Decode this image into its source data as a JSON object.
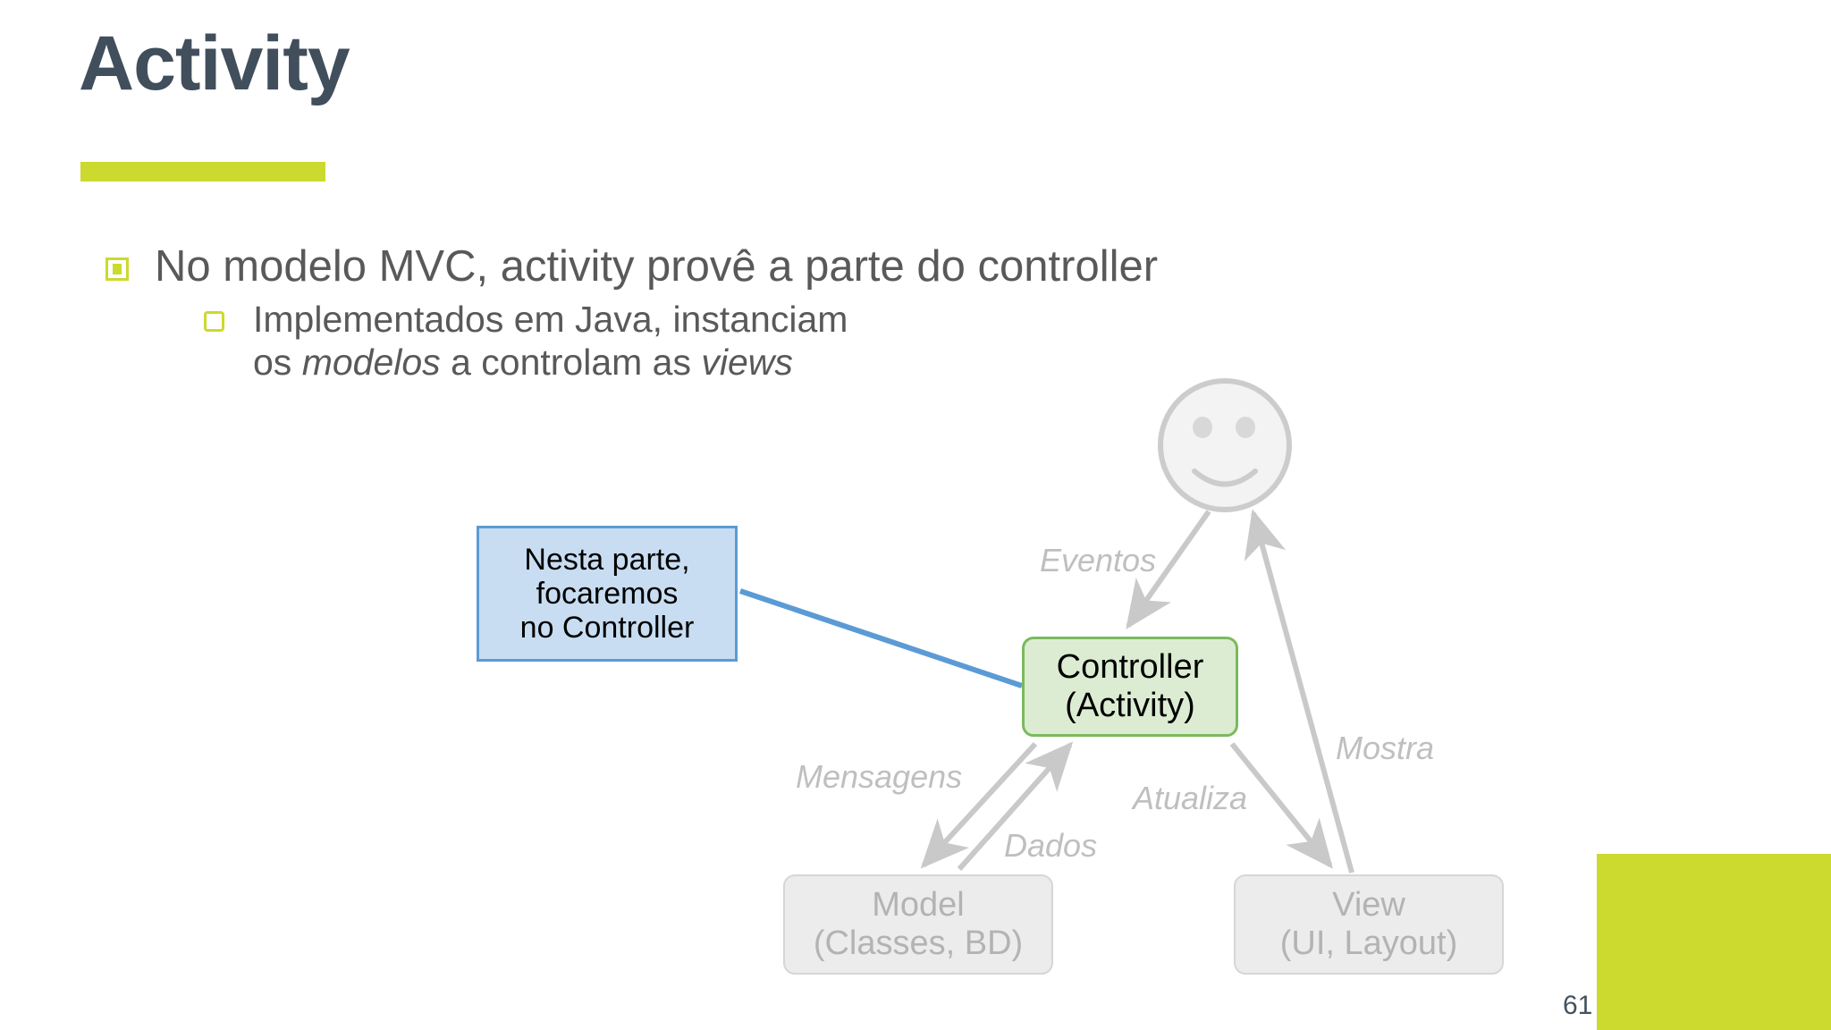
{
  "slide": {
    "title": "Activity",
    "page_number": "61",
    "accent_color": "#ccd92e",
    "title_color": "#414e5c",
    "body_text_color": "#595959"
  },
  "bullets": {
    "level1": [
      {
        "text": "No modelo MVC, activity provê a parte do controller",
        "marker": "filled-square-bullet"
      }
    ],
    "level2": [
      {
        "marker": "hollow-square-bullet",
        "line1_pre": "Implementados em Java, instanciam",
        "line2_pre": "os ",
        "line2_italic1": "modelos",
        "line2_mid": " a controlam as ",
        "line2_italic2": "views"
      }
    ]
  },
  "diagram": {
    "type": "mvc-flow",
    "nodes": [
      {
        "id": "callout",
        "line1": "Nesta parte,",
        "line2": "focaremos",
        "line3": "no Controller",
        "fill": "#c8ddf1",
        "border": "#5b9bd5"
      },
      {
        "id": "controller",
        "line1": "Controller",
        "line2": "(Activity)",
        "fill": "#dcecd2",
        "border": "#7aba5d"
      },
      {
        "id": "model",
        "line1": "Model",
        "line2": "(Classes, BD)",
        "fill": "#ececec",
        "border": "#d6d6d6"
      },
      {
        "id": "view",
        "line1": "View",
        "line2": "(UI, Layout)",
        "fill": "#ececec",
        "border": "#d6d6d6"
      },
      {
        "id": "user",
        "icon": "smiley-face-icon",
        "color": "#cccccc"
      }
    ],
    "edges": [
      {
        "id": "eventos",
        "label": "Eventos",
        "from": "user",
        "to": "controller"
      },
      {
        "id": "mostra",
        "label": "Mostra",
        "from": "view",
        "to": "user"
      },
      {
        "id": "mensagens",
        "label": "Mensagens",
        "from": "controller",
        "to": "model"
      },
      {
        "id": "dados",
        "label": "Dados",
        "from": "model",
        "to": "controller"
      },
      {
        "id": "atualiza",
        "label": "Atualiza",
        "from": "controller",
        "to": "view"
      }
    ],
    "connector": {
      "id": "callout-connector",
      "from": "callout",
      "to": "controller",
      "color": "#5b9bd5"
    }
  }
}
